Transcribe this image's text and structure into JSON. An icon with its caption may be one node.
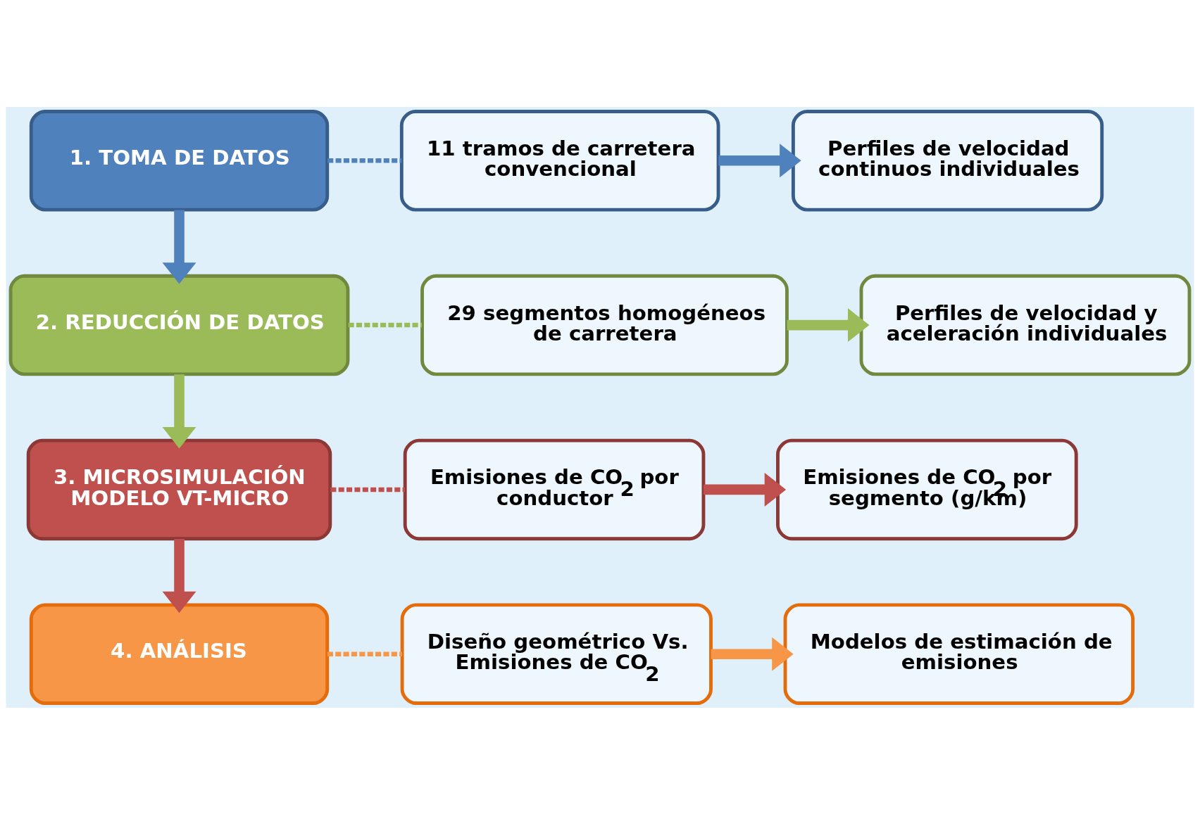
{
  "diagram": {
    "nodes": [
      {
        "text": [
          "1. TOMA DE DATOS"
        ]
      },
      {
        "text": [
          "11 tramos de carretera convencional"
        ]
      },
      {
        "text": [
          "Perfiles de velocidad continuos individuales"
        ]
      },
      {
        "text": [
          "2. REDUCCIÓN DE DATOS"
        ]
      },
      {
        "text": [
          "29 segmentos homogéneos de carretera"
        ]
      },
      {
        "text": [
          "Perfiles de velocidad y aceleración individuales"
        ]
      },
      {
        "text": [
          "3. MICROSIMULACIÓN MODELO VT-MICRO"
        ]
      },
      {
        "text": [
          "Emisiones de CO$_{2}$ por conductor"
        ]
      },
      {
        "text": [
          "Emisiones de CO$_{2}$ por segmento (g/km)"
        ]
      },
      {
        "text": [
          "4. ANÁLISIS"
        ]
      },
      {
        "text": [
          "Diseño geométrico Vs. Emisiones de CO$_{2}$"
        ]
      },
      {
        "text": [
          "Modelos de estimación de emisiones"
        ]
      }
    ],
    "edges": [
      {
        "from": 0,
        "to": 3,
        "arrow": "to",
        "color": "#4f81bd"
      },
      {
        "from": 3,
        "to": 6,
        "arrow": "to",
        "color": "#9bbb59"
      },
      {
        "from": 6,
        "to": 9,
        "arrow": "to",
        "color": "#c0504d"
      },
      {
        "from": 0,
        "to": 1,
        "arrow": "none",
        "style": "dashed",
        "color": "#4f81bd"
      },
      {
        "from": 1,
        "to": 2,
        "arrow": "to",
        "color": "#4f81bd"
      },
      {
        "from": 3,
        "to": 4,
        "arrow": "none",
        "style": "dashed",
        "color": "#9bbb59"
      },
      {
        "from": 4,
        "to": 5,
        "arrow": "to",
        "color": "#9bbb59"
      },
      {
        "from": 6,
        "to": 7,
        "arrow": "none",
        "style": "dashed",
        "color": "#c0504d"
      },
      {
        "from": 7,
        "to": 8,
        "arrow": "to",
        "color": "#c0504d"
      },
      {
        "from": 9,
        "to": 10,
        "arrow": "none",
        "style": "dashed",
        "color": "#f79646"
      },
      {
        "from": 10,
        "to": 11,
        "arrow": "to",
        "color": "#f79646"
      }
    ]
  }
}
